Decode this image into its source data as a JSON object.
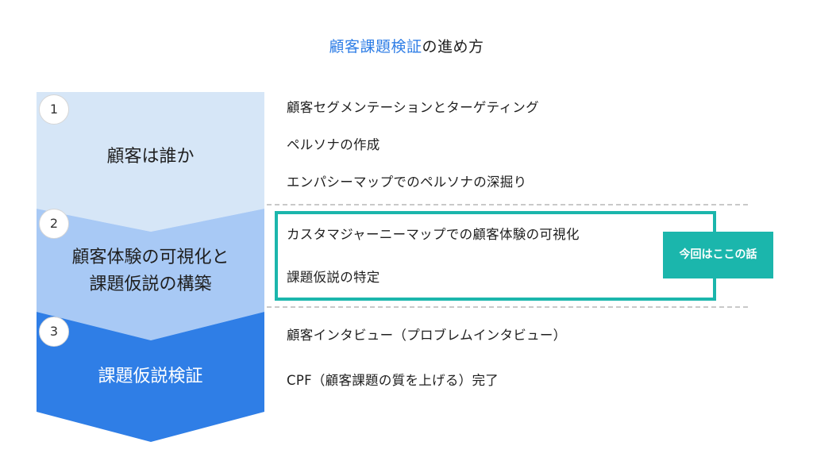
{
  "header": {
    "title_accent": "顧客課題検証",
    "title_rest": "の進め方"
  },
  "colors": {
    "step1": "#d6e6f7",
    "step2": "#a8c9f5",
    "step3": "#2f7ee6",
    "accent": "#1bb6ac"
  },
  "steps": [
    {
      "number": "1",
      "label_lines": [
        "顧客は誰か"
      ],
      "items": [
        "顧客セグメンテーションとターゲティング",
        "ペルソナの作成",
        "エンパシーマップでのペルソナの深掘り"
      ]
    },
    {
      "number": "2",
      "label_lines": [
        "顧客体験の可視化と",
        "課題仮説の構築"
      ],
      "items": [
        "カスタマジャーニーマップでの顧客体験の可視化",
        "課題仮説の特定"
      ]
    },
    {
      "number": "3",
      "label_lines": [
        "課題仮説検証"
      ],
      "items": [
        "顧客インタビュー（プロブレムインタビュー）",
        "CPF（顧客課題の質を上げる）完了"
      ]
    }
  ],
  "highlight": {
    "badge": "今回はここの話"
  }
}
